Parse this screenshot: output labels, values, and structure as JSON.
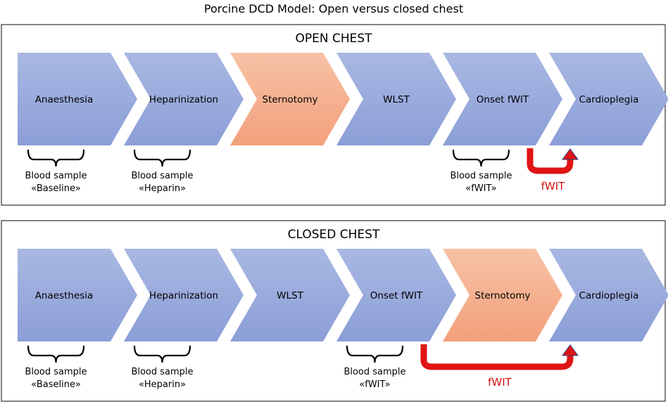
{
  "title": "Porcine DCD Model: Open versus closed chest",
  "colors": {
    "step_blue_top": "#a9b8e2",
    "step_blue_bottom": "#8b9ed7",
    "step_orange_top": "#f7c2a6",
    "step_orange_bottom": "#f3a07b",
    "fwit_arrow": "#e01414",
    "panel_border": "#404040"
  },
  "panels": [
    {
      "label": "OPEN CHEST",
      "steps": [
        {
          "label": "Anaesthesia",
          "highlight": false
        },
        {
          "label": "Heparinization",
          "highlight": false
        },
        {
          "label": "Sternotomy",
          "highlight": true
        },
        {
          "label": "WLST",
          "highlight": false
        },
        {
          "label": "Onset fWIT",
          "highlight": false
        },
        {
          "label": "Cardioplegia",
          "highlight": false
        }
      ],
      "samples": [
        {
          "step": 0,
          "line1": "Blood sample",
          "line2": "«Baseline»"
        },
        {
          "step": 1,
          "line1": "Blood sample",
          "line2": "«Heparin»"
        },
        {
          "step": 4,
          "line1": "Blood sample",
          "line2": "«fWIT»"
        }
      ],
      "fwit": {
        "label": "fWIT",
        "from_step": 4,
        "to_step": 5
      }
    },
    {
      "label": "CLOSED CHEST",
      "steps": [
        {
          "label": "Anaesthesia",
          "highlight": false
        },
        {
          "label": "Heparinization",
          "highlight": false
        },
        {
          "label": "WLST",
          "highlight": false
        },
        {
          "label": "Onset fWIT",
          "highlight": false
        },
        {
          "label": "Sternotomy",
          "highlight": true
        },
        {
          "label": "Cardioplegia",
          "highlight": false
        }
      ],
      "samples": [
        {
          "step": 0,
          "line1": "Blood sample",
          "line2": "«Baseline»"
        },
        {
          "step": 1,
          "line1": "Blood sample",
          "line2": "«Heparin»"
        },
        {
          "step": 3,
          "line1": "Blood sample",
          "line2": "«fWIT»"
        }
      ],
      "fwit": {
        "label": "fWIT",
        "from_step": 3,
        "to_step": 5
      }
    }
  ]
}
